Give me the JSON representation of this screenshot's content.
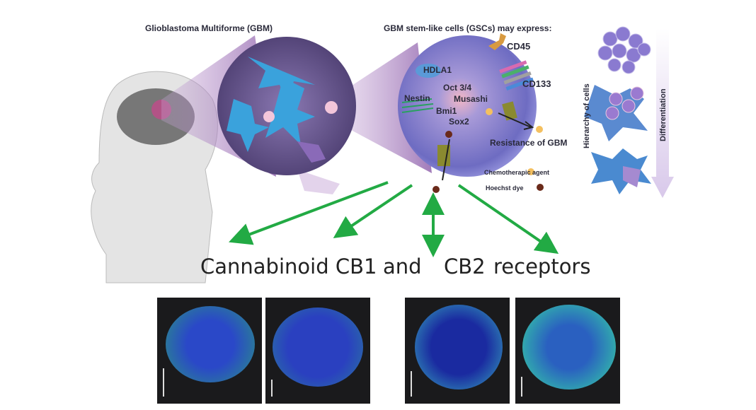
{
  "titles": {
    "gbm": "Glioblastoma Multiforme (GBM)",
    "gsc": "GBM stem-like cells (GSCs) may express:"
  },
  "markers": {
    "cd45": "CD45",
    "hdla1": "HDLA1",
    "cd133": "CD133",
    "oct": "Oct 3/4",
    "musashi": "Musashi",
    "nestin": "Nestin",
    "bmi1": "Bmi1",
    "sox2": "Sox2",
    "resistance": "Resistance of GBM",
    "chemo": "Chemotherapic agent",
    "hoechst": "Hoechst dye"
  },
  "hierarchy": {
    "hierarchy_label": "Hierarchy of cells",
    "differentiation_label": "Differentiation"
  },
  "receptors": {
    "cb1": "Cannabinoid CB1",
    "and": "and",
    "cb2": "CB2",
    "receptors": "receptors"
  },
  "colors": {
    "arrow": "#22aa44",
    "cell": "#7a78c8",
    "tumor": "#6a5a90",
    "stem_cell_blue": "#3a9ad8"
  }
}
